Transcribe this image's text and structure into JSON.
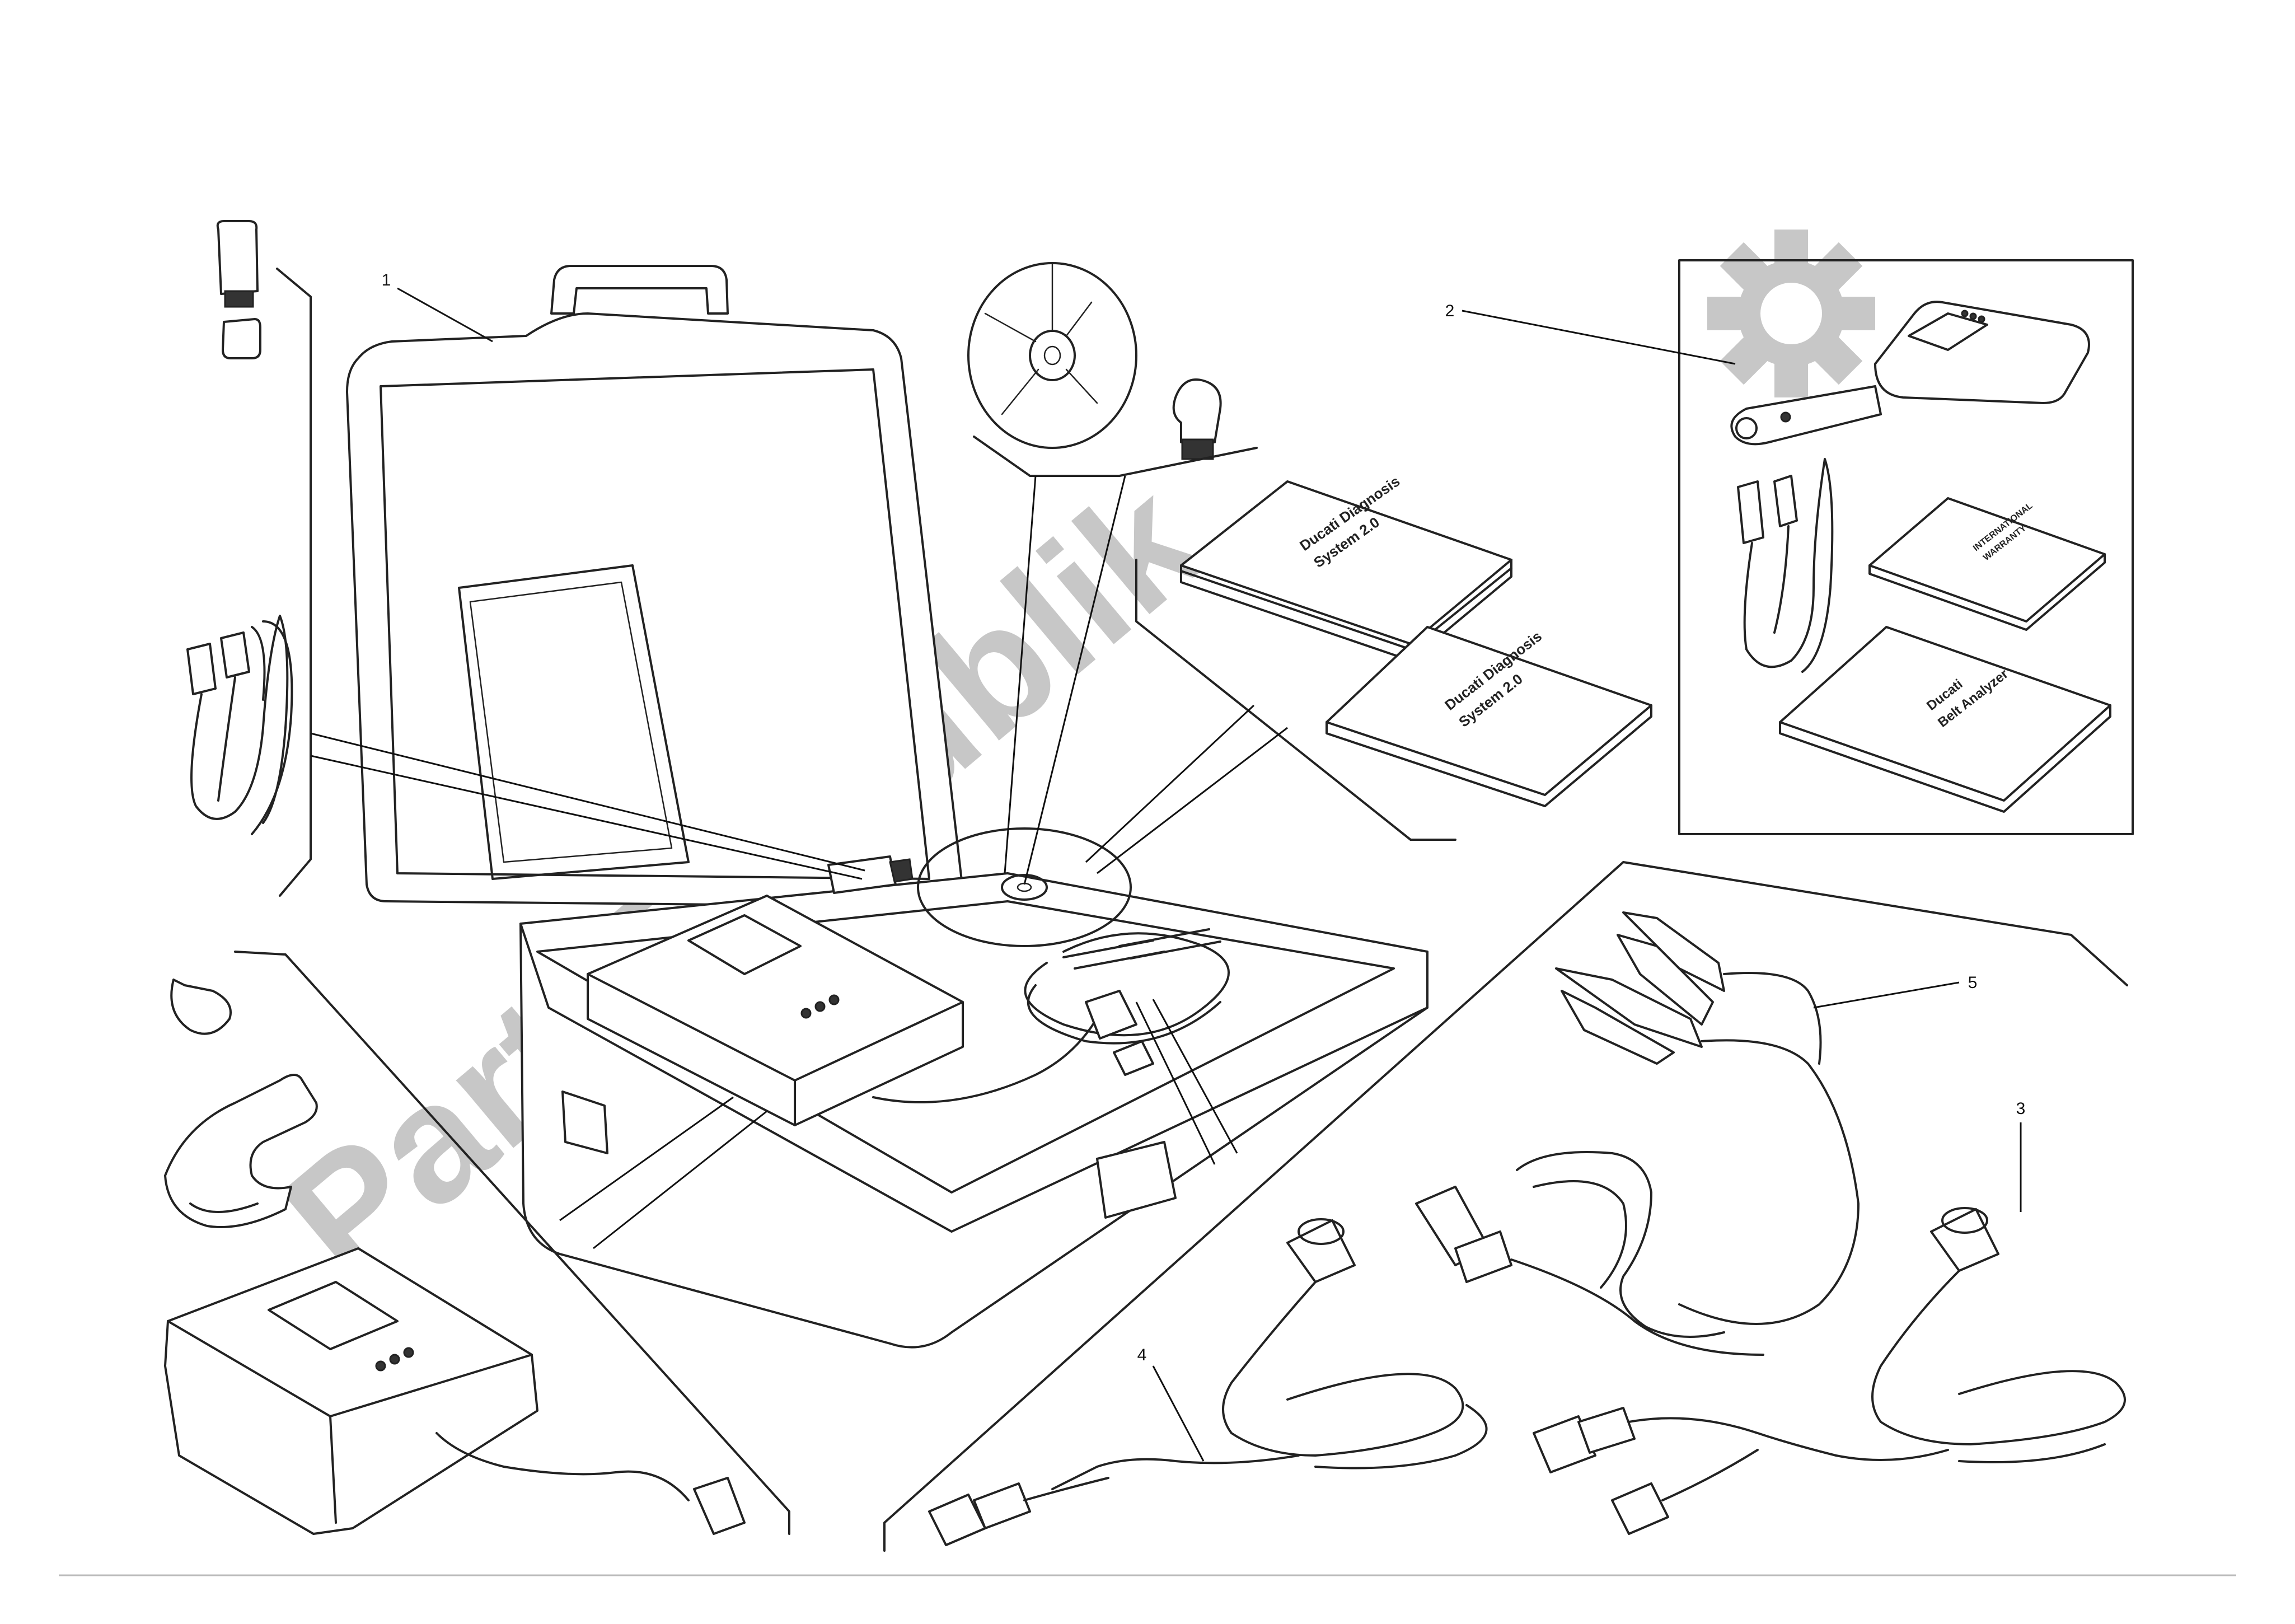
{
  "callouts": [
    {
      "id": "1",
      "label": "1"
    },
    {
      "id": "2",
      "label": "2"
    },
    {
      "id": "3",
      "label": "3"
    },
    {
      "id": "4",
      "label": "4"
    },
    {
      "id": "5",
      "label": "5"
    }
  ],
  "books": {
    "manual_1": {
      "title": "Ducati Diagnosis",
      "subtitle": "System 2.0"
    },
    "manual_2": {
      "title": "Ducati Diagnosis",
      "subtitle": "System 2.0"
    },
    "warranty": {
      "title": "INTERNATIONAL",
      "subtitle": "WARRANTY"
    },
    "belt_analyzer": {
      "title": "Ducati",
      "subtitle": "Belt Analyzer"
    }
  },
  "watermark": {
    "text": "PartsRepublik",
    "color": "#9a9a9a"
  },
  "icons": [
    "gear-icon"
  ]
}
